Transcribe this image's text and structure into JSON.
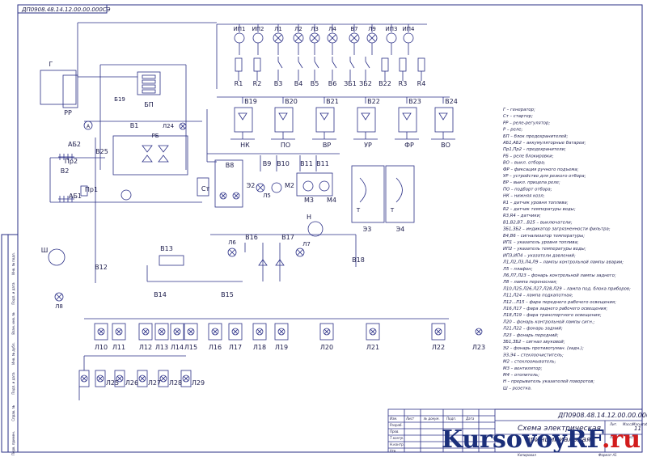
{
  "colors": {
    "line": "#2a2f86",
    "ink": "#1a1a4a",
    "paper": "#ffffff"
  },
  "sheet": {
    "code_rotated": "ДП0908.48.14.12.00.00.000СЭ",
    "code_main": "ДП0908.48.14.12.00.00.000СЭ",
    "title_line1": "Схема электрическая",
    "title_line2": "принципиальная",
    "sheet_no": "11",
    "left_strip": [
      "Перв. примен.",
      "Справ. №",
      "Подп. и дата",
      "Инв. № дубл.",
      "Взам. инв. №",
      "Подп. и дата",
      "Инв. № подл."
    ],
    "stamp_cells": [
      "Изм.",
      "Лист",
      "№ докум.",
      "Подп.",
      "Дата",
      "Разраб.",
      "Пров.",
      "Т.контр.",
      "Н.контр.",
      "Утв.",
      "Лит.",
      "Масса",
      "Масштаб",
      "Лист",
      "Листов",
      "Копировал",
      "Формат А1"
    ]
  },
  "top_loads": [
    "ИП1",
    "ИП2",
    "Л1",
    "Л2",
    "Л3",
    "Л4",
    "В7",
    "Л9",
    "ИП3",
    "ИП4"
  ],
  "top_switches": [
    "R1",
    "R2",
    "В3",
    "В4",
    "В5",
    "В6",
    "ЗБ1",
    "ЗБ2",
    "В22",
    "R3",
    "R4"
  ],
  "relay_switches": [
    "В19",
    "В20",
    "В21",
    "В22",
    "В23",
    "В24"
  ],
  "relay_labels": [
    "НК",
    "ПО",
    "ВР",
    "УР",
    "ФР",
    "ВО"
  ],
  "left_block": [
    "Г",
    "РР",
    "Б19",
    "БП",
    "В1",
    "Л24",
    "РБ",
    "АБ2",
    "В25",
    "Пр2",
    "В2",
    "Пр1",
    "АБ1",
    "Ст"
  ],
  "mid_block": [
    "В8",
    "В9",
    "В10",
    "В11",
    "Э2",
    "Л5",
    "М2",
    "М3",
    "М4",
    "Э3",
    "Э4",
    "Т",
    "Т"
  ],
  "dist": [
    "Н",
    "Л6",
    "В16",
    "В17",
    "Л7",
    "В18",
    "В13",
    "В12",
    "В14",
    "В15",
    "Ш",
    "Л8"
  ],
  "bottom_lamps": [
    "Л10",
    "Л11",
    "Л12",
    "Л13",
    "Л14",
    "Л15",
    "Л16",
    "Л17",
    "Л18",
    "Л19",
    "Л20",
    "Л21",
    "Л22",
    "Л23"
  ],
  "bottom_lamps2": [
    "Л25",
    "Л26",
    "Л27",
    "Л28",
    "Л29"
  ],
  "legend": [
    "Г – генератор;",
    "Ст – стартер;",
    "РР – реле-регулятор;",
    "Р – реле;",
    "БП – блок предохранителей;",
    "АБ1,АБ2 – аккумуляторные батареи;",
    "Пр1,Пр2 – предохранители;",
    "РБ – реле блокировки;",
    "ВО – выкл. отбора;",
    "ФР – фиксация ручного подъема;",
    "УР – устройство для резкого отбора;",
    "ВР – выкл. прицепа реле;",
    "ПО – подборт отбора;",
    "НК – нижняя козл;",
    "R1 – датчик уровня топлива;",
    "R2 – датчик температуры воды;",
    "R3,R4 – датчики;",
    "В1,В2,В7...В25 – выключатели;",
    "ЗБ1,ЗБ2 – индикатор загрязненности фильтра;",
    "В4,В6 – сигнализатор температуры;",
    "ИП1 – указатель уровня топлива;",
    "ИП2 – указатель температуры воды;",
    "ИП3,ИП4 – указатели давлений;",
    "Л1,Л2,Л3,Л4,Л9 – лампы контрольной лампы аварии;",
    "Л5 – плафон;",
    "Л6,Л7,Л23 – фонарь контрольной лампы заднего;",
    "Л8 – лампа переносная;",
    "Л10,Л25,Л26,Л27,Л28,Л29 – лампа под. блока приборов;",
    "Л11,Л24 – лампа подкапотная;",
    "Л12...Л15 – фара переднего рабочего освещения;",
    "Л16,Л17 – фара заднего рабочего освещения;",
    "Л18,Л19 – фара транспортного освещения;",
    "Л20 – фонарь контрольной лампы сигн.;",
    "Л21,Л22 – фонарь задний;",
    "Л23 – фонарь передний;",
    "ЗБ1,ЗБ2 – сигнал звуковой;",
    "Э2 – фонарь противотуман. (задн.);",
    "Э3,Э4 – стеклоочиститель;",
    "М2 – стеклоомыватель;",
    "М3 – вентилятор;",
    "М4 – отопитель;",
    "Н – прерыватель указателей поворотов;",
    "Ш – розетка."
  ],
  "watermark": {
    "part1": "KursovoyRF",
    "part2": ".ru"
  }
}
